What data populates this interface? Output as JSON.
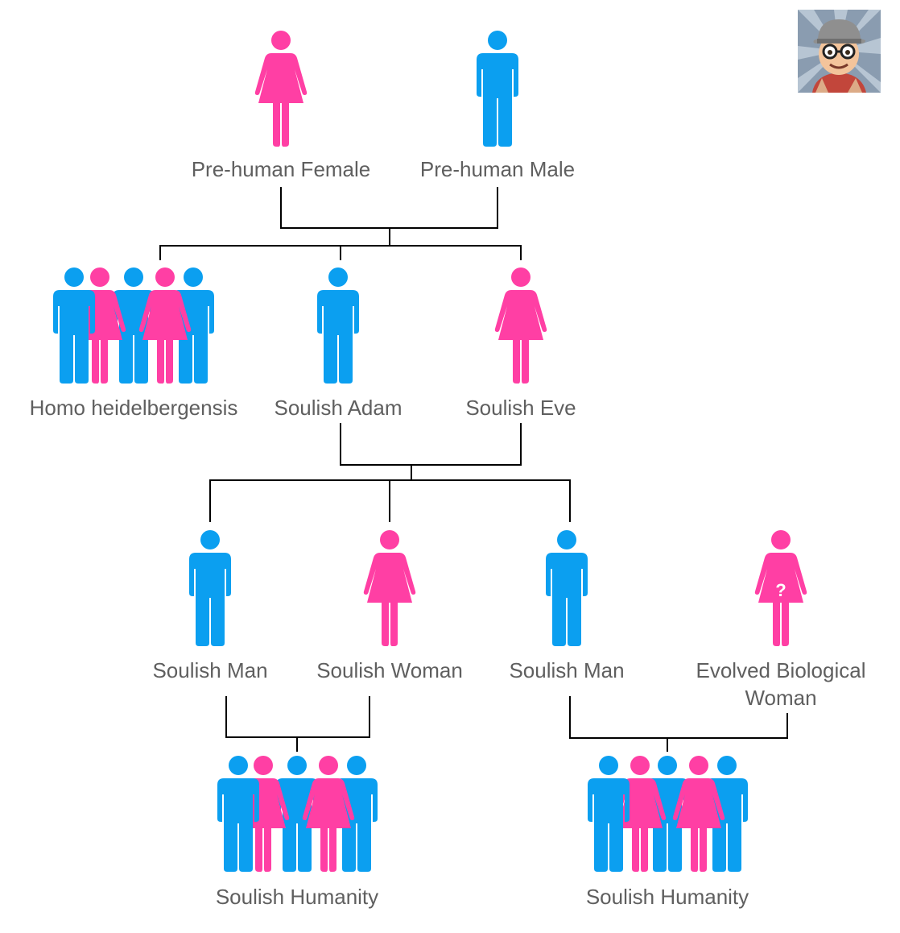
{
  "colors": {
    "male": "#0b9ff0",
    "female": "#ff3fa4",
    "line": "#000000",
    "text": "#5f5f5f"
  },
  "avatar": {
    "icon": "cartoon-avatar-icon"
  },
  "nodes": {
    "prehuman_female": "Pre-human Female",
    "prehuman_male": "Pre-human Male",
    "homo_heidelbergensis": "Homo heidelbergensis",
    "soulish_adam": "Soulish Adam",
    "soulish_eve": "Soulish Eve",
    "soulish_man_1": "Soulish Man",
    "soulish_woman": "Soulish Woman",
    "soulish_man_2": "Soulish Man",
    "evolved_woman_line1": "Evolved Biological",
    "evolved_woman_line2": "Woman",
    "evolved_woman_mark": "?",
    "soulish_humanity_1": "Soulish Humanity",
    "soulish_humanity_2": "Soulish Humanity"
  }
}
